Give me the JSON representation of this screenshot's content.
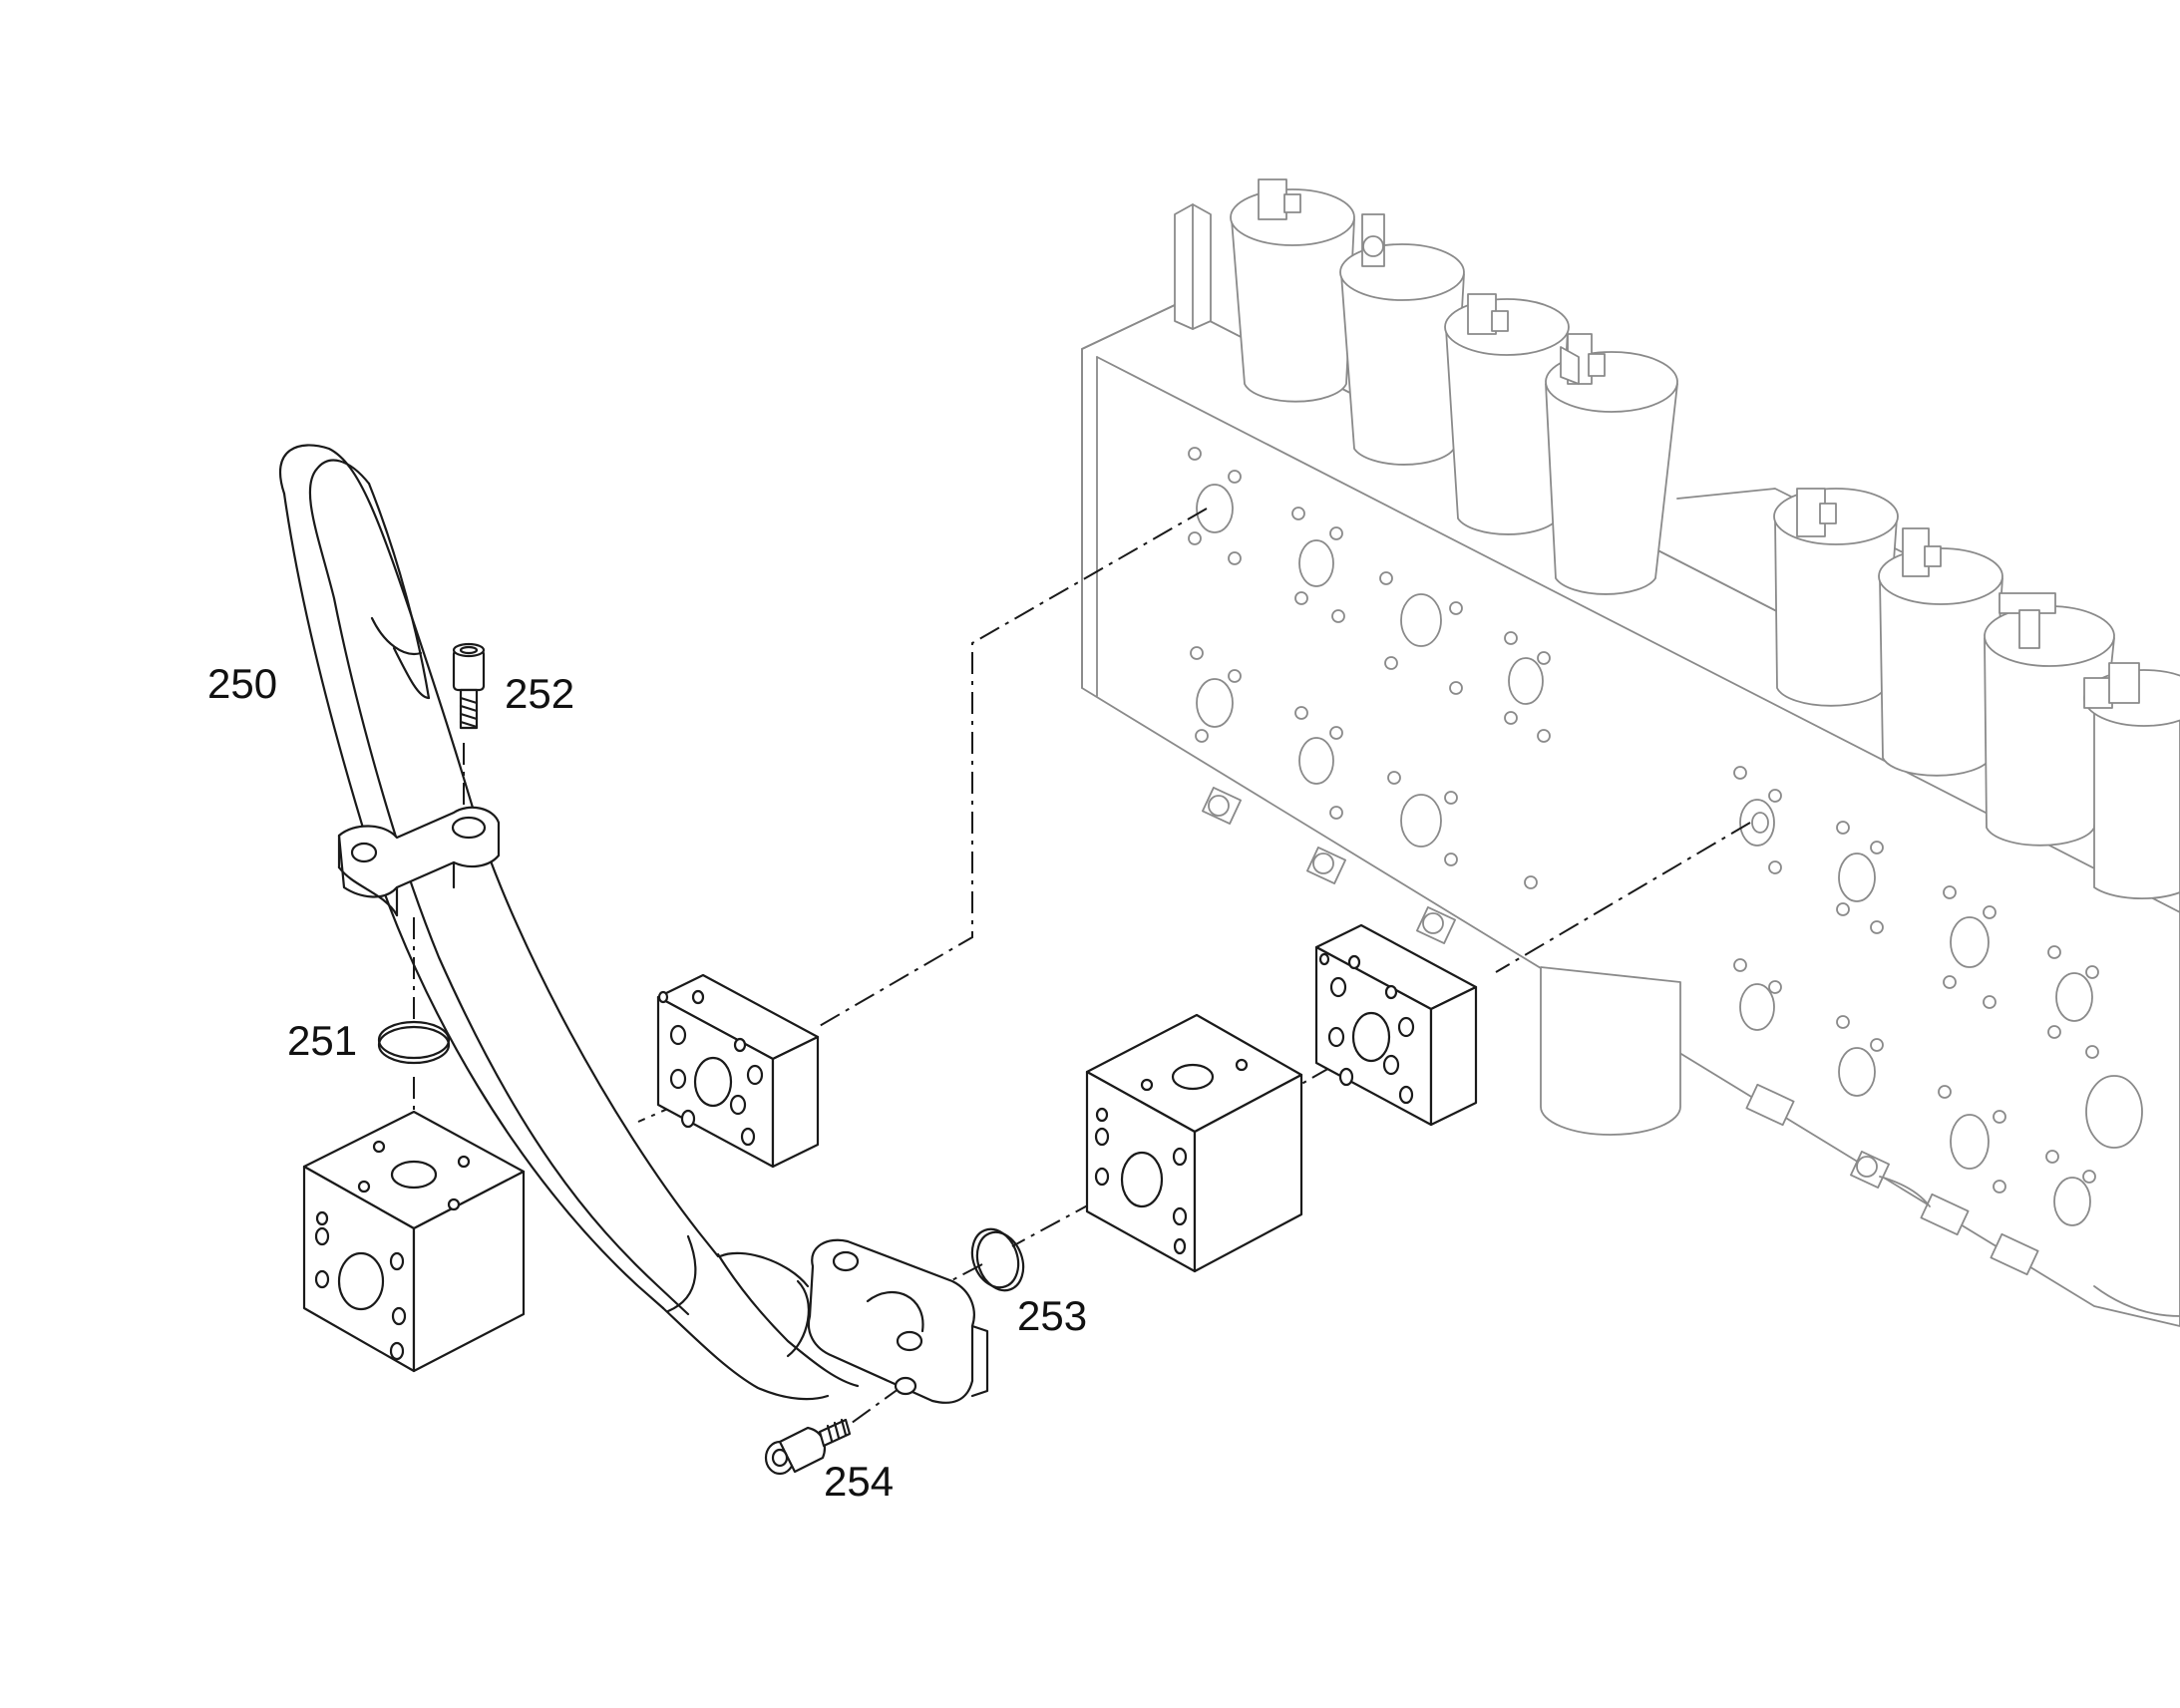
{
  "diagram": {
    "callouts": [
      {
        "id": "250",
        "text": "250"
      },
      {
        "id": "251",
        "text": "251"
      },
      {
        "id": "252",
        "text": "252"
      },
      {
        "id": "253",
        "text": "253"
      },
      {
        "id": "254",
        "text": "254"
      }
    ]
  },
  "colors": {
    "foreground_line": "#1a1a1a",
    "background_line": "#8a8a8a",
    "background": "#ffffff"
  }
}
